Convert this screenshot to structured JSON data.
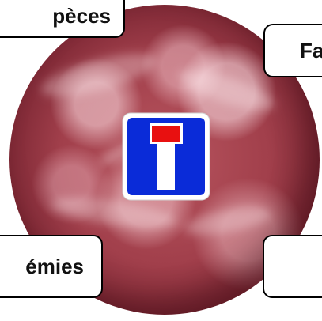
{
  "labels": {
    "top_left": "pèces",
    "top_right": "Fa",
    "bottom_left": "émies",
    "bottom_right": ""
  },
  "sign": {
    "icon": "dead-end-road-sign-icon",
    "colors": {
      "background": "#0a2bd8",
      "bar": "#ffffff",
      "top": "#e81010",
      "border": "#ffffff"
    }
  },
  "globe": {
    "icon": "earth-globe-icon",
    "tint": "#a13f4b"
  }
}
